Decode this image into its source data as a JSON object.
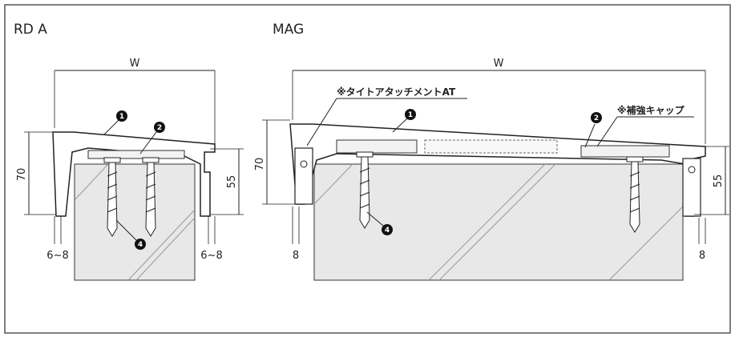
{
  "left": {
    "title": "RD A",
    "width_label": "W",
    "height_left": "70",
    "height_right": "55",
    "gap_left": "6~8",
    "gap_right": "6~8",
    "callouts": [
      "1",
      "2",
      "4"
    ]
  },
  "right": {
    "title": "MAG",
    "width_label": "W",
    "height_left": "70",
    "height_right": "55",
    "gap_left": "8",
    "gap_right": "8",
    "note_attachment": "※タイトアタッチメントAT",
    "note_cap": "※補強キャップ",
    "callouts": [
      "1",
      "2",
      "4"
    ]
  },
  "colors": {
    "line": "#222222",
    "fill": "#e6e6e6",
    "cap": "#ffffff",
    "frame": "#555555"
  }
}
